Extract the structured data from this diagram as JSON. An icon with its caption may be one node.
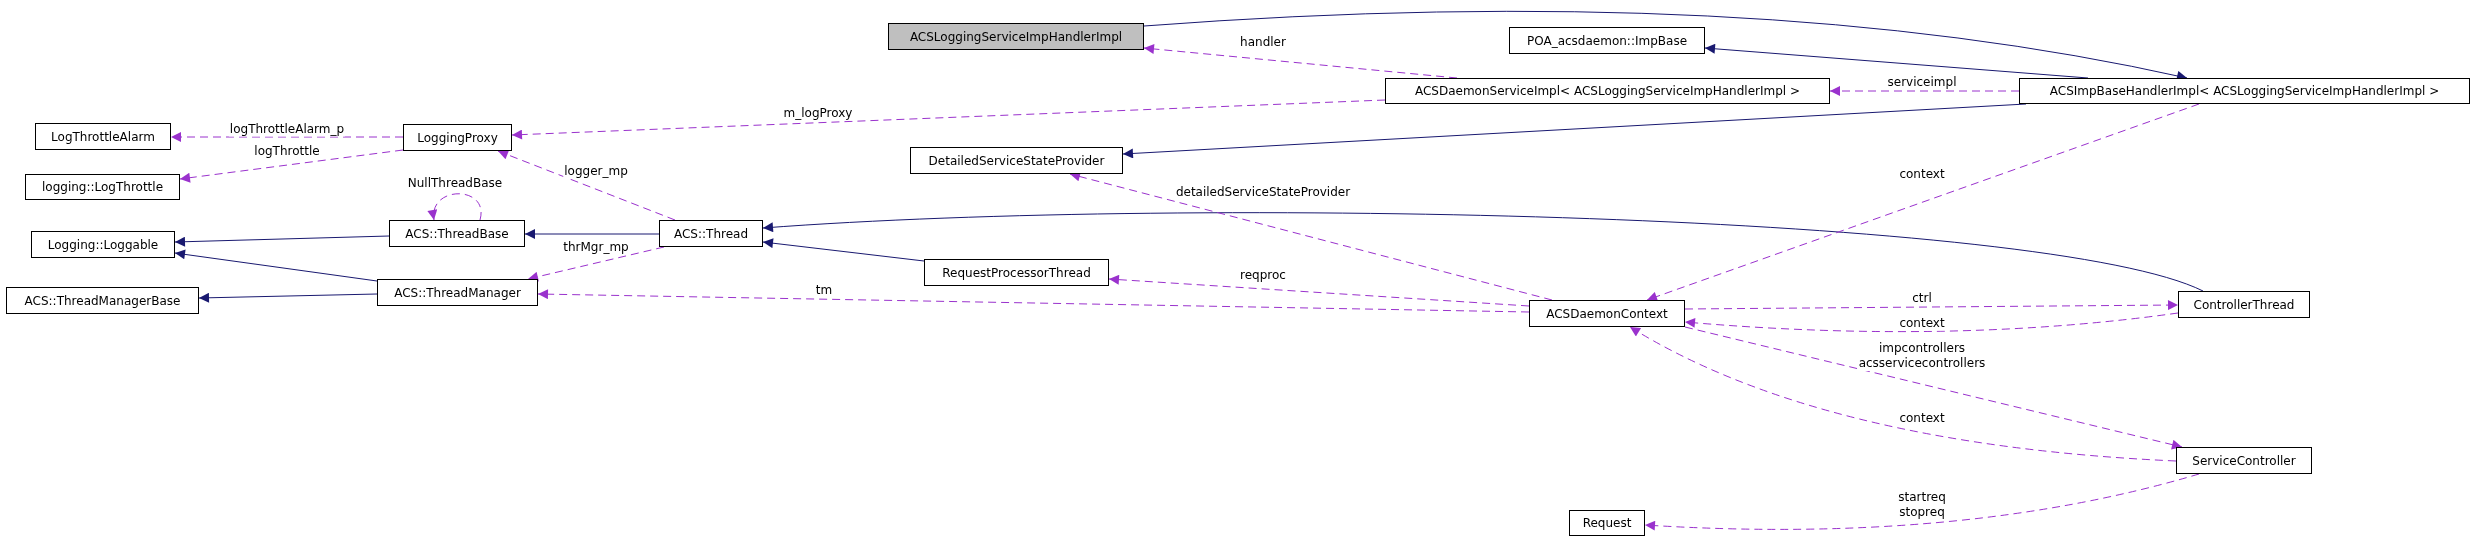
{
  "diagram": {
    "nodes": [
      {
        "text": [
          "ACSLoggingServiceImpHandlerImpl"
        ]
      },
      {
        "text": [
          "POA_acsdaemon::ImpBase"
        ]
      },
      {
        "text": [
          "ACSDaemonServiceImpl< ACSLoggingServiceImpHandlerImpl >"
        ]
      },
      {
        "text": [
          "ACSImpBaseHandlerImpl< ACSLoggingServiceImpHandlerImpl >"
        ]
      },
      {
        "text": [
          "LogThrottleAlarm"
        ]
      },
      {
        "text": [
          "LoggingProxy"
        ]
      },
      {
        "text": [
          "DetailedServiceStateProvider"
        ]
      },
      {
        "text": [
          "logging::LogThrottle"
        ]
      },
      {
        "text": [
          "Logging::Loggable"
        ]
      },
      {
        "text": [
          "ACS::ThreadBase"
        ]
      },
      {
        "text": [
          "ACS::Thread"
        ]
      },
      {
        "text": [
          "RequestProcessorThread"
        ]
      },
      {
        "text": [
          "ACS::ThreadManagerBase"
        ]
      },
      {
        "text": [
          "ACS::ThreadManager"
        ]
      },
      {
        "text": [
          "ControllerThread"
        ]
      },
      {
        "text": [
          "ACSDaemonContext"
        ]
      },
      {
        "text": [
          "ServiceController"
        ]
      },
      {
        "text": [
          "Request"
        ]
      }
    ],
    "edges": [
      {
        "from": 3,
        "to": 1,
        "arrow": "to",
        "color": "#191970"
      },
      {
        "from": 3,
        "to": 6,
        "arrow": "to",
        "color": "#191970"
      },
      {
        "from": 0,
        "to": 3,
        "arrow": "to",
        "color": "#191970"
      },
      {
        "from": 9,
        "to": 8,
        "arrow": "to",
        "color": "#191970"
      },
      {
        "from": 13,
        "to": 8,
        "arrow": "to",
        "color": "#191970"
      },
      {
        "from": 13,
        "to": 12,
        "arrow": "to",
        "color": "#191970"
      },
      {
        "from": 10,
        "to": 9,
        "arrow": "to",
        "color": "#191970"
      },
      {
        "from": 11,
        "to": 10,
        "arrow": "to",
        "color": "#191970"
      },
      {
        "from": 14,
        "to": 10,
        "arrow": "to",
        "color": "#191970"
      },
      {
        "from": 2,
        "to": 0,
        "arrow": "to",
        "style": "dashed",
        "label": "handler"
      },
      {
        "from": 3,
        "to": 2,
        "arrow": "to",
        "style": "dashed",
        "label": "serviceimpl"
      },
      {
        "from": 2,
        "to": 5,
        "arrow": "to",
        "style": "dashed",
        "label": "m_logProxy"
      },
      {
        "from": 5,
        "to": 4,
        "arrow": "to",
        "style": "dashed",
        "label": "logThrottleAlarm_p"
      },
      {
        "from": 5,
        "to": 7,
        "arrow": "to",
        "style": "dashed",
        "label": "logThrottle"
      },
      {
        "from": 9,
        "to": 9,
        "arrow": "to",
        "style": "dashed",
        "label": "NullThreadBase"
      },
      {
        "from": 10,
        "to": 5,
        "arrow": "to",
        "style": "dashed",
        "label": "logger_mp"
      },
      {
        "from": 10,
        "to": 13,
        "arrow": "to",
        "style": "dashed",
        "label": "thrMgr_mp"
      },
      {
        "from": 15,
        "to": 13,
        "arrow": "to",
        "style": "dashed",
        "label": "tm"
      },
      {
        "from": 15,
        "to": 6,
        "arrow": "to",
        "style": "dashed",
        "label": "detailedServiceStateProvider"
      },
      {
        "from": 15,
        "to": 11,
        "arrow": "to",
        "style": "dashed",
        "label": "reqproc"
      },
      {
        "from": 3,
        "to": 15,
        "arrow": "to",
        "style": "dashed",
        "label": "context"
      },
      {
        "from": 15,
        "to": 14,
        "arrow": "to",
        "style": "dashed",
        "label": "ctrl"
      },
      {
        "from": 14,
        "to": 15,
        "arrow": "to",
        "style": "dashed",
        "label": "context"
      },
      {
        "from": 15,
        "to": 16,
        "arrow": "to",
        "style": "dashed",
        "label": "impcontrollers acsservicecontrollers"
      },
      {
        "from": 16,
        "to": 15,
        "arrow": "to",
        "style": "dashed",
        "label": "context"
      },
      {
        "from": 16,
        "to": 17,
        "arrow": "to",
        "style": "dashed",
        "label": "startreq stopreq"
      }
    ]
  }
}
